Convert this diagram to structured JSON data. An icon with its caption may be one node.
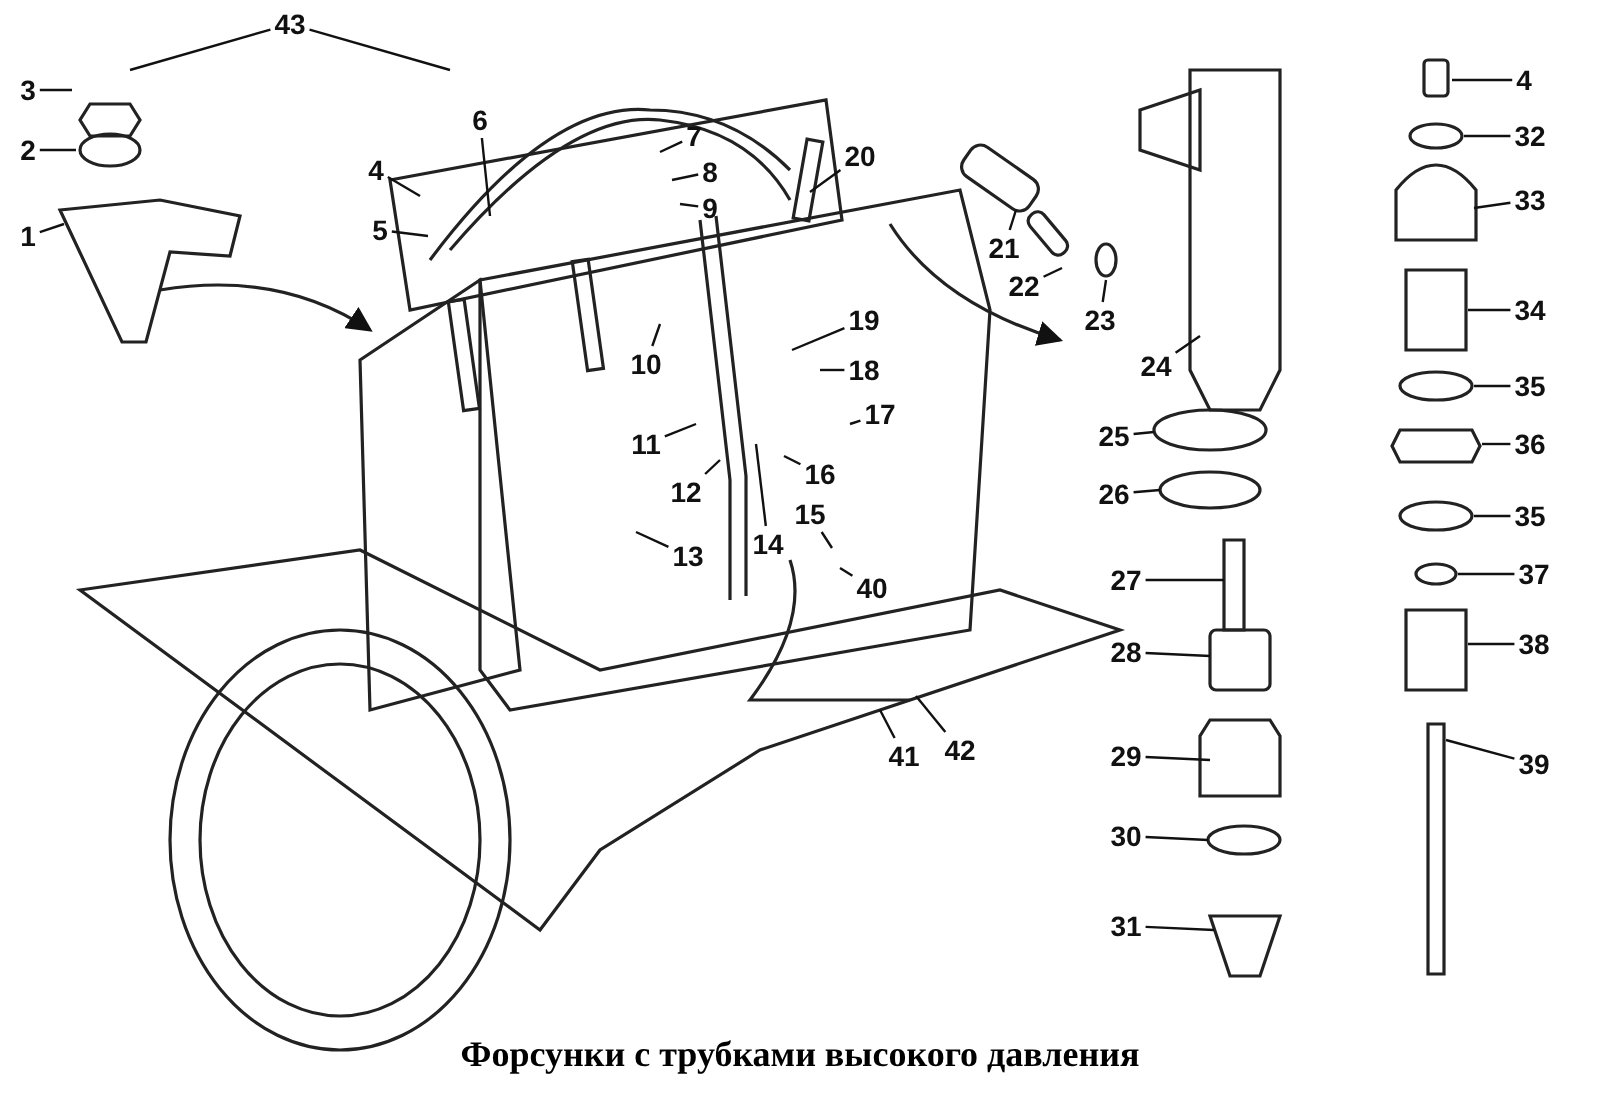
{
  "diagram": {
    "caption": "Форсунки с трубками высокого давления",
    "nodes": [
      {
        "text": [
          "43"
        ]
      },
      {
        "text": [
          "3"
        ]
      },
      {
        "text": [
          "2"
        ]
      },
      {
        "text": [
          "1"
        ]
      },
      {
        "text": [
          "4"
        ]
      },
      {
        "text": [
          "5"
        ]
      },
      {
        "text": [
          "6"
        ]
      },
      {
        "text": [
          "7"
        ]
      },
      {
        "text": [
          "8"
        ]
      },
      {
        "text": [
          "9"
        ]
      },
      {
        "text": [
          "20"
        ]
      },
      {
        "text": [
          "10"
        ]
      },
      {
        "text": [
          "11"
        ]
      },
      {
        "text": [
          "12"
        ]
      },
      {
        "text": [
          "13"
        ]
      },
      {
        "text": [
          "14"
        ]
      },
      {
        "text": [
          "15"
        ]
      },
      {
        "text": [
          "16"
        ]
      },
      {
        "text": [
          "17"
        ]
      },
      {
        "text": [
          "18"
        ]
      },
      {
        "text": [
          "19"
        ]
      },
      {
        "text": [
          "21"
        ]
      },
      {
        "text": [
          "22"
        ]
      },
      {
        "text": [
          "23"
        ]
      },
      {
        "text": [
          "24"
        ]
      },
      {
        "text": [
          "25"
        ]
      },
      {
        "text": [
          "26"
        ]
      },
      {
        "text": [
          "27"
        ]
      },
      {
        "text": [
          "28"
        ]
      },
      {
        "text": [
          "29"
        ]
      },
      {
        "text": [
          "30"
        ]
      },
      {
        "text": [
          "31"
        ]
      },
      {
        "text": [
          "4"
        ]
      },
      {
        "text": [
          "32"
        ]
      },
      {
        "text": [
          "33"
        ]
      },
      {
        "text": [
          "34"
        ]
      },
      {
        "text": [
          "35"
        ]
      },
      {
        "text": [
          "36"
        ]
      },
      {
        "text": [
          "35"
        ]
      },
      {
        "text": [
          "37"
        ]
      },
      {
        "text": [
          "38"
        ]
      },
      {
        "text": [
          "39"
        ]
      },
      {
        "text": [
          "40"
        ]
      },
      {
        "text": [
          "41"
        ]
      },
      {
        "text": [
          "42"
        ]
      }
    ],
    "edges": [
      {
        "from": 0,
        "to": null,
        "arrow": "none"
      },
      {
        "from": 0,
        "to": null,
        "arrow": "none"
      },
      {
        "from": 1,
        "to": null,
        "arrow": "none"
      },
      {
        "from": 2,
        "to": null,
        "arrow": "none"
      },
      {
        "from": 3,
        "to": null,
        "arrow": "none"
      },
      {
        "from": 4,
        "to": null,
        "arrow": "none"
      },
      {
        "from": 5,
        "to": null,
        "arrow": "none"
      },
      {
        "from": 6,
        "to": null,
        "arrow": "none"
      },
      {
        "from": 7,
        "to": null,
        "arrow": "none"
      },
      {
        "from": 8,
        "to": null,
        "arrow": "none"
      },
      {
        "from": 9,
        "to": null,
        "arrow": "none"
      },
      {
        "from": 10,
        "to": null,
        "arrow": "none"
      },
      {
        "from": 11,
        "to": null,
        "arrow": "none"
      },
      {
        "from": 12,
        "to": null,
        "arrow": "none"
      },
      {
        "from": 13,
        "to": null,
        "arrow": "none"
      },
      {
        "from": 14,
        "to": null,
        "arrow": "none"
      },
      {
        "from": 15,
        "to": null,
        "arrow": "none"
      },
      {
        "from": 16,
        "to": null,
        "arrow": "none"
      },
      {
        "from": 17,
        "to": null,
        "arrow": "none"
      },
      {
        "from": 18,
        "to": null,
        "arrow": "none"
      },
      {
        "from": 19,
        "to": null,
        "arrow": "none"
      },
      {
        "from": 20,
        "to": null,
        "arrow": "none"
      },
      {
        "from": 21,
        "to": null,
        "arrow": "none"
      },
      {
        "from": 22,
        "to": null,
        "arrow": "none"
      },
      {
        "from": 23,
        "to": null,
        "arrow": "none"
      },
      {
        "from": 24,
        "to": null,
        "arrow": "none"
      },
      {
        "from": 25,
        "to": null,
        "arrow": "none"
      },
      {
        "from": 26,
        "to": null,
        "arrow": "none"
      },
      {
        "from": 27,
        "to": null,
        "arrow": "none"
      },
      {
        "from": 28,
        "to": null,
        "arrow": "none"
      },
      {
        "from": 29,
        "to": null,
        "arrow": "none"
      },
      {
        "from": 30,
        "to": null,
        "arrow": "none"
      },
      {
        "from": 31,
        "to": null,
        "arrow": "none"
      },
      {
        "from": 32,
        "to": null,
        "arrow": "none"
      },
      {
        "from": 33,
        "to": null,
        "arrow": "none"
      },
      {
        "from": 34,
        "to": null,
        "arrow": "none"
      },
      {
        "from": 35,
        "to": null,
        "arrow": "none"
      },
      {
        "from": 36,
        "to": null,
        "arrow": "none"
      },
      {
        "from": 37,
        "to": null,
        "arrow": "none"
      },
      {
        "from": 38,
        "to": null,
        "arrow": "none"
      },
      {
        "from": 39,
        "to": null,
        "arrow": "none"
      },
      {
        "from": 40,
        "to": null,
        "arrow": "none"
      },
      {
        "from": 41,
        "to": null,
        "arrow": "none"
      },
      {
        "from": 42,
        "to": null,
        "arrow": "none"
      },
      {
        "from": 43,
        "to": null,
        "arrow": "none"
      },
      {
        "from": 44,
        "to": null,
        "arrow": "none"
      }
    ]
  }
}
